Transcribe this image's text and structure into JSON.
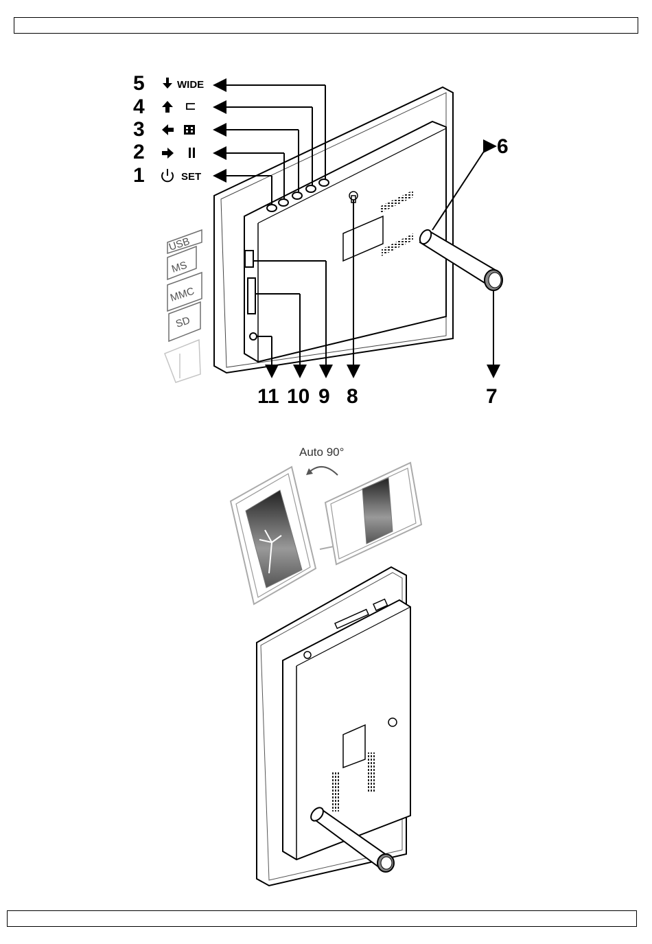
{
  "header": {
    "text": ""
  },
  "footer": {
    "text": ""
  },
  "figure_top": {
    "callouts": {
      "n1": "1",
      "n2": "2",
      "n3": "3",
      "n4": "4",
      "n5": "5",
      "n6": "6",
      "n7": "7",
      "n8": "8",
      "n9": "9",
      "n10": "10",
      "n11": "11"
    },
    "button_labels": {
      "set": "SET",
      "wide": "WIDE"
    },
    "slot_labels": {
      "usb": "USB",
      "ms": "MS",
      "mmc": "MMC",
      "sd": "SD"
    }
  },
  "figure_bottom": {
    "rotation_label": "Auto 90°"
  }
}
